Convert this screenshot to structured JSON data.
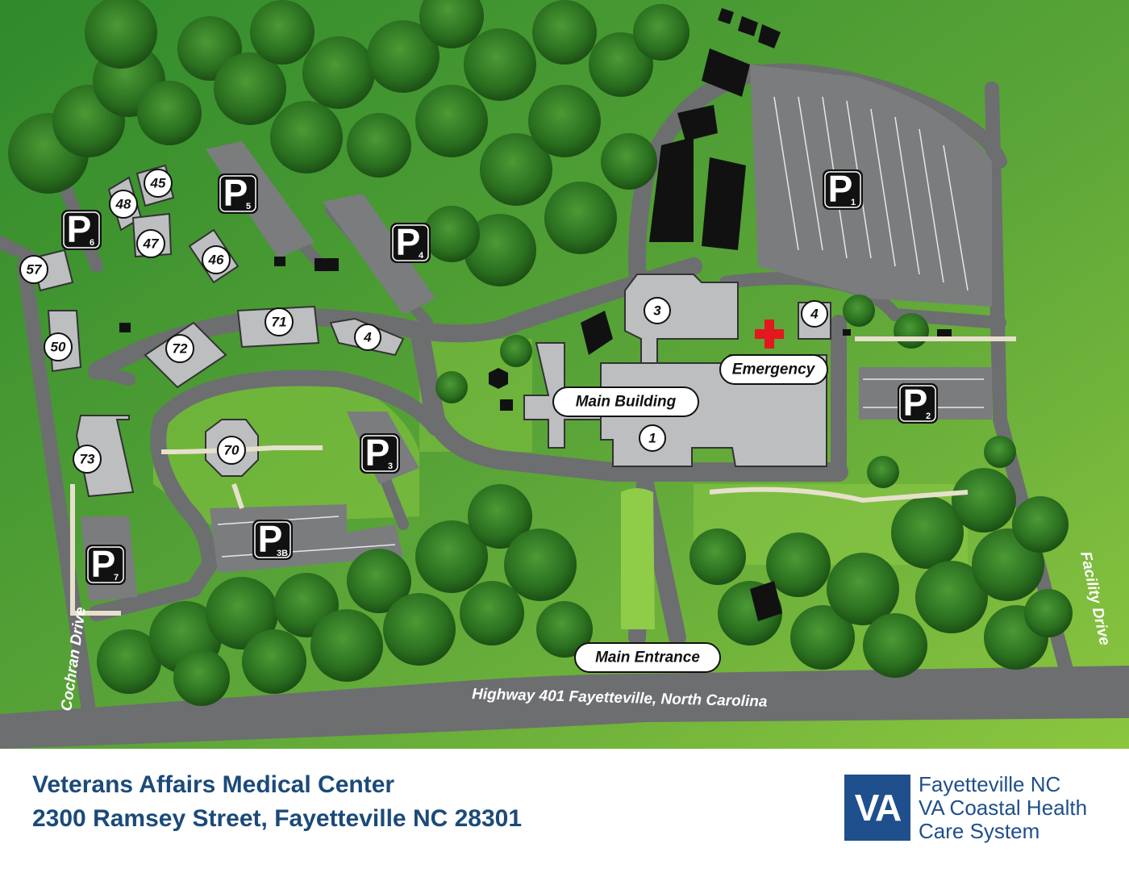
{
  "map": {
    "roads": {
      "highway": "Highway 401 Fayetteville, North Carolina",
      "left": "Cochran Drive",
      "right": "Facility Drive"
    },
    "labels": {
      "main_building": "Main Building",
      "emergency": "Emergency",
      "main_entrance": "Main Entrance"
    },
    "buildings": [
      "1",
      "3",
      "4",
      "4",
      "45",
      "46",
      "47",
      "48",
      "50",
      "57",
      "70",
      "71",
      "72",
      "73"
    ],
    "parking": [
      {
        "letter": "P",
        "sub": "1"
      },
      {
        "letter": "P",
        "sub": "2"
      },
      {
        "letter": "P",
        "sub": "3"
      },
      {
        "letter": "P",
        "sub": "3B"
      },
      {
        "letter": "P",
        "sub": "4"
      },
      {
        "letter": "P",
        "sub": "5"
      },
      {
        "letter": "P",
        "sub": "6"
      },
      {
        "letter": "P",
        "sub": "7"
      }
    ],
    "colors": {
      "grass": "#4f9e36",
      "road": "#6d6e70",
      "building": "#bcbec0",
      "tree": "#2e7d22",
      "emergency_cross": "#e3171f"
    }
  },
  "footer": {
    "address_line1": "Veterans Affairs Medical Center",
    "address_line2": "2300 Ramsey Street, Fayetteville NC 28301",
    "logo_mark": "VA",
    "logo_lines": [
      "Fayetteville NC",
      "VA Coastal Health",
      "Care System"
    ],
    "brand_color": "#1f4f8c"
  }
}
